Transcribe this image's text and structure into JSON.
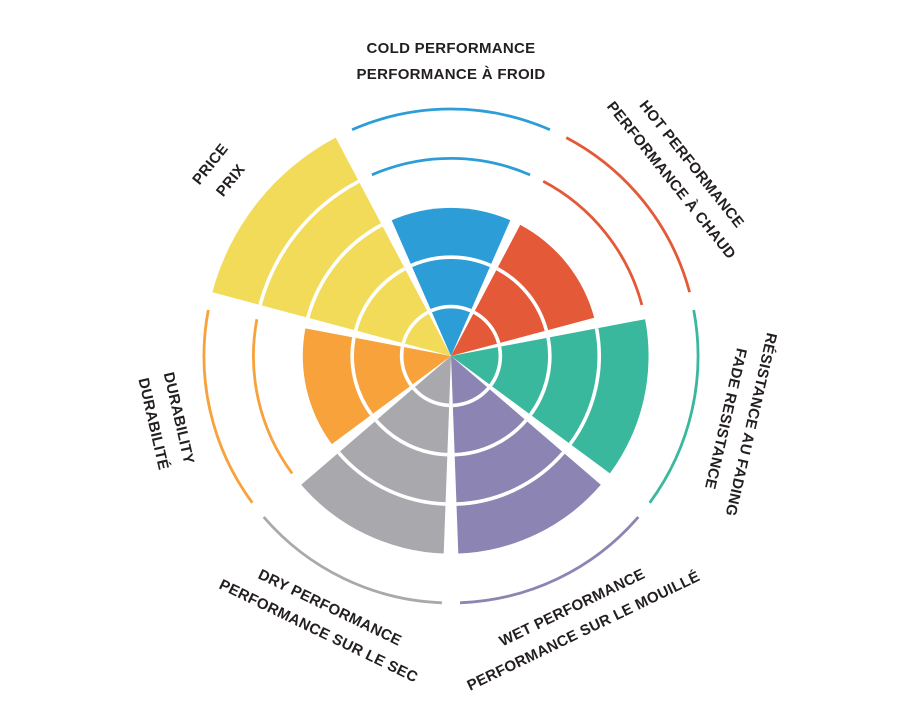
{
  "page": {
    "background": "#ffffff",
    "text_color": "#231f20"
  },
  "chart_data": {
    "type": "polar",
    "subtype": "sector-rating-wheel",
    "rings": 5,
    "max_rating": 5,
    "grid": "concentric-ring-dividers",
    "legend_position": "labels-around-perimeter",
    "categories": [
      {
        "id": "cold-performance",
        "label_outer": "COLD PERFORMANCE",
        "label_inner": "PERFORMANCE À FROID",
        "color": "#2C9DD7",
        "rating": 3
      },
      {
        "id": "hot-performance",
        "label_outer": "HOT PERFORMANCE",
        "label_inner": "PERFORMANCE À CHAUD",
        "color": "#E45937",
        "rating": 3
      },
      {
        "id": "fade-resistance",
        "label_outer": "RÉSISTANCE AU FADING",
        "label_inner": "FADE RESISTANCE",
        "color": "#3AB89E",
        "rating": 4
      },
      {
        "id": "wet-performance",
        "label_outer": "PERFORMANCE SUR LE MOUILLÉ",
        "label_inner": "WET PERFORMANCE",
        "color": "#8C84B2",
        "rating": 4
      },
      {
        "id": "dry-performance",
        "label_outer": "PERFORMANCE SUR LE SEC",
        "label_inner": "DRY PERFORMANCE",
        "color": "#A9A9AD",
        "rating": 4
      },
      {
        "id": "durability",
        "label_outer": "DURABILITÉ",
        "label_inner": "DURABILITY",
        "color": "#F7A23B",
        "rating": 3
      },
      {
        "id": "price",
        "label_outer": "PRICE",
        "label_inner": "PRIX",
        "color": "#F2DB58",
        "rating": 5
      }
    ]
  }
}
